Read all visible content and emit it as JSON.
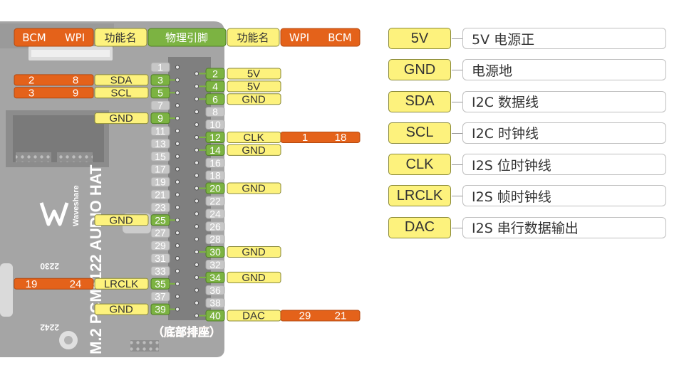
{
  "colors": {
    "bcm": "#e4621a",
    "func": "#fdf27d",
    "phys_left": "#7cb342",
    "phys_right": "#7cb342",
    "legend_key": "#fdf27d"
  },
  "header": {
    "bcm_left": "BCM",
    "wpi_left": "WPI",
    "func_left": "功能名",
    "physical": "物理引脚",
    "func_right": "功能名",
    "wpi_right": "WPI",
    "bcm_right": "BCM"
  },
  "board": {
    "silk_brand": "Waveshare",
    "silk_model": "M.2 PCM5122 AUDIO HAT",
    "silk_2230": "2230",
    "silk_2242": "2242",
    "footer": "（底部排座）"
  },
  "pins": [
    {
      "num": "1",
      "active": false
    },
    {
      "num": "2",
      "active": true,
      "func": "5V"
    },
    {
      "num": "3",
      "active": true,
      "func": "SDA",
      "wpi": "8",
      "bcm": "2"
    },
    {
      "num": "4",
      "active": true,
      "func": "5V"
    },
    {
      "num": "5",
      "active": true,
      "func": "SCL",
      "wpi": "9",
      "bcm": "3"
    },
    {
      "num": "6",
      "active": true,
      "func": "GND"
    },
    {
      "num": "7",
      "active": false
    },
    {
      "num": "8",
      "active": false
    },
    {
      "num": "9",
      "active": true,
      "func": "GND"
    },
    {
      "num": "10",
      "active": false
    },
    {
      "num": "11",
      "active": false
    },
    {
      "num": "12",
      "active": true,
      "func": "CLK",
      "wpi": "1",
      "bcm": "18"
    },
    {
      "num": "13",
      "active": false
    },
    {
      "num": "14",
      "active": true,
      "func": "GND"
    },
    {
      "num": "15",
      "active": false
    },
    {
      "num": "16",
      "active": false
    },
    {
      "num": "17",
      "active": false
    },
    {
      "num": "18",
      "active": false
    },
    {
      "num": "19",
      "active": false
    },
    {
      "num": "20",
      "active": true,
      "func": "GND"
    },
    {
      "num": "21",
      "active": false
    },
    {
      "num": "22",
      "active": false
    },
    {
      "num": "23",
      "active": false
    },
    {
      "num": "24",
      "active": false
    },
    {
      "num": "25",
      "active": true,
      "func": "GND"
    },
    {
      "num": "26",
      "active": false
    },
    {
      "num": "27",
      "active": false
    },
    {
      "num": "28",
      "active": false
    },
    {
      "num": "29",
      "active": false
    },
    {
      "num": "30",
      "active": true,
      "func": "GND"
    },
    {
      "num": "31",
      "active": false
    },
    {
      "num": "32",
      "active": false
    },
    {
      "num": "33",
      "active": false
    },
    {
      "num": "34",
      "active": true,
      "func": "GND"
    },
    {
      "num": "35",
      "active": true,
      "func": "LRCLK",
      "wpi": "24",
      "bcm": "19"
    },
    {
      "num": "36",
      "active": false
    },
    {
      "num": "37",
      "active": false
    },
    {
      "num": "38",
      "active": false
    },
    {
      "num": "39",
      "active": true,
      "func": "GND"
    },
    {
      "num": "40",
      "active": true,
      "func": "DAC",
      "wpi": "29",
      "bcm": "21"
    }
  ],
  "legend": [
    {
      "key": "5V",
      "desc": "5V 电源正"
    },
    {
      "key": "GND",
      "desc": "电源地"
    },
    {
      "key": "SDA",
      "desc": "I2C 数据线"
    },
    {
      "key": "SCL",
      "desc": "I2C 时钟线"
    },
    {
      "key": "CLK",
      "desc": "I2S 位时钟线"
    },
    {
      "key": "LRCLK",
      "desc": "I2S 帧时钟线"
    },
    {
      "key": "DAC",
      "desc": "I2S 串行数据输出"
    }
  ]
}
